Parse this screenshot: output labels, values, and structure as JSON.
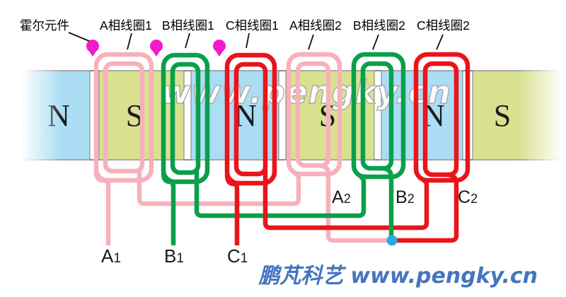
{
  "labels": {
    "hall_sensor": "霍尔元件",
    "coils": [
      "A相线圈1",
      "B相线圈1",
      "C相线圈1",
      "A相线圈2",
      "B相线圈2",
      "C相线圈2"
    ]
  },
  "magnets": {
    "letters": [
      "N",
      "S",
      "N",
      "S",
      "N",
      "S"
    ]
  },
  "terminals": {
    "a1": {
      "letter": "A",
      "sub": "1"
    },
    "b1": {
      "letter": "B",
      "sub": "1"
    },
    "c1": {
      "letter": "C",
      "sub": "1"
    },
    "a2": {
      "letter": "A",
      "sub": "2"
    },
    "b2": {
      "letter": "B",
      "sub": "2"
    },
    "c2": {
      "letter": "C",
      "sub": "2"
    }
  },
  "watermark": "www.pengky.cn",
  "footer": {
    "brand": "鹏芃科艺",
    "site": "www.pengky.cn"
  },
  "colors": {
    "phase_a": "#F6B1BC",
    "phase_b": "#0AA04B",
    "phase_c": "#E9151B",
    "hall": "#F31BC9",
    "magnet_n": "#ABDDF4",
    "magnet_s": "#D9E18F",
    "star_point": "#29ABE2",
    "footer_text": "#4575BE"
  }
}
